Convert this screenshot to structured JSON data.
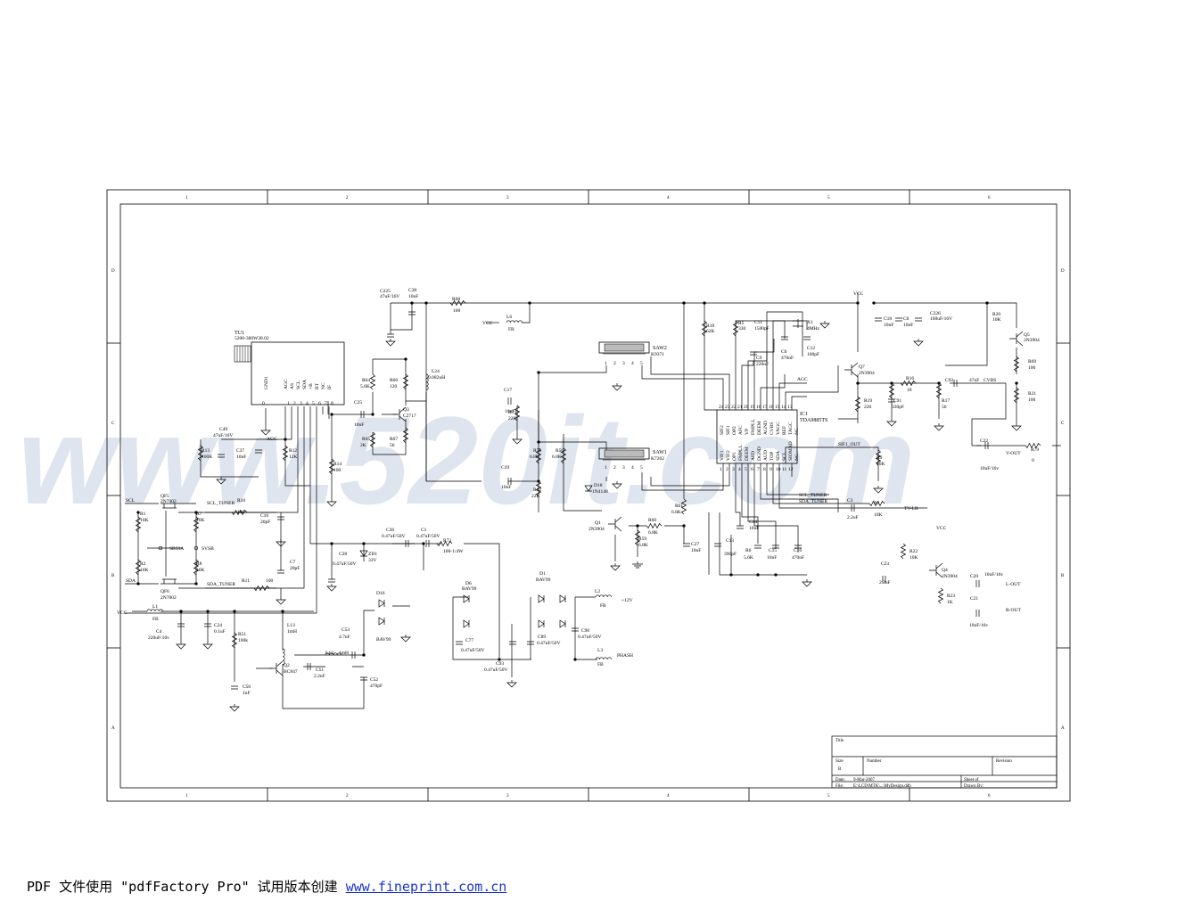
{
  "watermark": "www.520it.com",
  "frame": {
    "cols": [
      "1",
      "2",
      "3",
      "4",
      "5",
      "6"
    ],
    "rows": [
      "D",
      "C",
      "B",
      "A"
    ]
  },
  "title_block": {
    "title_label": "Title",
    "size_label": "Size",
    "size_value": "B",
    "number_label": "Number",
    "revision_label": "Revision",
    "date_label": "Date:",
    "date_value": "9-Mar-2007",
    "file_label": "File:",
    "file_value": "E:\\LCD\\MTK\\...\\MyDesign.ddb",
    "sheet_label": "Sheet     of",
    "drawn_label": "Drawn By:"
  },
  "components": {
    "tu1": {
      "ref": "TU1",
      "value": "5200-380W38.02",
      "pins": [
        "GND1",
        "AGC",
        "AS",
        "SCL",
        "SDA",
        "+B",
        "BT",
        "NC",
        "IF"
      ],
      "pin_numbers": [
        "0",
        "1",
        "2",
        "3",
        "4",
        "5",
        "6",
        "7",
        "8"
      ]
    },
    "ic1": {
      "ref": "IC1",
      "value": "TDA9885TS",
      "top_pins": [
        "SIF2",
        "SIF1",
        "OP2",
        "AFC",
        "VP",
        "FMPLL",
        "DEEM",
        "AGND",
        "CVBS",
        "VAGC",
        "REF",
        "TAGC",
        "NC"
      ],
      "top_nums": [
        "24",
        "23",
        "22",
        "21",
        "20",
        "19",
        "18",
        "17",
        "16",
        "15",
        "14",
        "13"
      ],
      "bottom_pins": [
        "VIF1",
        "VIF2",
        "OP1",
        "FMPLL",
        "DEEM",
        "AFD",
        "DGND",
        "AUD",
        "TOP",
        "SDA",
        "SCL",
        "SIOMAD",
        "NC"
      ],
      "bottom_nums": [
        "1",
        "2",
        "3",
        "4",
        "5",
        "6",
        "7",
        "8",
        "9",
        "10",
        "11",
        "12"
      ]
    },
    "saw2": {
      "ref": "SAW2",
      "value": "K9371",
      "pins": [
        "1",
        "2",
        "3",
        "4",
        "5"
      ]
    },
    "saw1": {
      "ref": "SAW1",
      "value": "K7262",
      "pins": [
        "1",
        "2",
        "3",
        "4",
        "5"
      ]
    },
    "c225": {
      "ref": "C225",
      "value": "47uF/16V"
    },
    "c38": {
      "ref": "C38",
      "value": "10nF"
    },
    "r68": {
      "ref": "R68",
      "value": "100"
    },
    "l6": {
      "ref": "L6",
      "value": "FB"
    },
    "vcc_l6": "VCC",
    "r18": {
      "ref": "R18",
      "value": "62K"
    },
    "r5": {
      "ref": "R5",
      "value": "330"
    },
    "c11": {
      "ref": "C11",
      "value": "1500pF"
    },
    "c9": {
      "ref": "C9",
      "value": "220nF"
    },
    "c6": {
      "ref": "C6",
      "value": "470nF"
    },
    "x1": {
      "ref": "X1",
      "value": "4MHz"
    },
    "c12": {
      "ref": "C12",
      "value": "100pF"
    },
    "vcc_q7": "VCC",
    "c18": {
      "ref": "C18",
      "value": "10nF"
    },
    "c6b": {
      "ref": "C6",
      "value": "10nF"
    },
    "c226": {
      "ref": "C226",
      "value": "100uF/16V"
    },
    "r20": {
      "ref": "R20",
      "value": "10K"
    },
    "q5": {
      "ref": "Q5",
      "value": "2N3904"
    },
    "r69": {
      "ref": "R69",
      "value": "100"
    },
    "r21": {
      "ref": "R21",
      "value": "100"
    },
    "q7": {
      "ref": "Q7",
      "value": "2N3904"
    },
    "r16": {
      "ref": "R16",
      "value": "18"
    },
    "c92": {
      "ref": "C92",
      "value": "47nF"
    },
    "cvbs_net": "CVBS",
    "r19": {
      "ref": "R19",
      "value": "220"
    },
    "c91": {
      "ref": "C91",
      "value": "330pF"
    },
    "r17": {
      "ref": "R17",
      "value": "56"
    },
    "agc_ic": "AGC",
    "r64": {
      "ref": "R64",
      "value": "5.6K"
    },
    "r66": {
      "ref": "R66",
      "value": "120"
    },
    "l24": {
      "ref": "L24",
      "value": "0.082uH"
    },
    "c25": {
      "ref": "C25",
      "value": "10nF"
    },
    "q3": {
      "ref": "Q3",
      "value": "C2717"
    },
    "r65": {
      "ref": "R65",
      "value": "2K"
    },
    "r67": {
      "ref": "R67",
      "value": "56"
    },
    "c17": {
      "ref": "C17",
      "value": "10nF"
    },
    "rt1": {
      "ref": "RT1",
      "value": "22K"
    },
    "c49": {
      "ref": "C49",
      "value": "47uF/16V"
    },
    "agc_net": "AGC",
    "r13": {
      "ref": "R13",
      "value": "100K"
    },
    "c37": {
      "ref": "C37",
      "value": "10nF"
    },
    "r12": {
      "ref": "R12",
      "value": "12K"
    },
    "r14": {
      "ref": "R14",
      "value": "100"
    },
    "c19": {
      "ref": "C19",
      "value": "10nF"
    },
    "r55": {
      "ref": "R55",
      "value": "6.8K"
    },
    "r56": {
      "ref": "R56",
      "value": "6.8K"
    },
    "r62": {
      "ref": "R62",
      "value": "22K"
    },
    "d18": {
      "ref": "D18",
      "value": "1N4148"
    },
    "r61": {
      "ref": "R61",
      "value": "6.8K"
    },
    "q1": {
      "ref": "Q1",
      "value": "2N3904"
    },
    "r60": {
      "ref": "R60",
      "value": "6.8K"
    },
    "r59": {
      "ref": "R59",
      "value": "6.8K"
    },
    "c27": {
      "ref": "C27",
      "value": "10nF"
    },
    "c14": {
      "ref": "C14",
      "value": "10nF"
    },
    "c13": {
      "ref": "C13",
      "value": "390pF"
    },
    "r6": {
      "ref": "R6",
      "value": "5.6K"
    },
    "c15": {
      "ref": "C15",
      "value": "10nF"
    },
    "c16": {
      "ref": "C16",
      "value": "470nF"
    },
    "sif1_out": "SIF1_OUT",
    "r9": {
      "ref": "R9",
      "value": "10K"
    },
    "c22": {
      "ref": "C22",
      "value": "10uF/16v"
    },
    "r79": {
      "ref": "R79",
      "value": "0"
    },
    "vout_net": "V-OUT",
    "scl_tuner_ic": "SCL_TUNER",
    "sda_tuner_ic": "SDA_TUNER",
    "c3": {
      "ref": "C3",
      "value": "2.2uF"
    },
    "r3": {
      "ref": "R3",
      "value": "10K"
    },
    "tvlr_net": "TV-LR",
    "vcc_q4": "VCC",
    "r22": {
      "ref": "R22",
      "value": "10K"
    },
    "q4": {
      "ref": "Q4",
      "value": "2N3904"
    },
    "c23": {
      "ref": "C23",
      "value": "2.2uF"
    },
    "r23": {
      "ref": "R23",
      "value": "1K"
    },
    "c20": {
      "ref": "C20",
      "value": "10uF/16v"
    },
    "c21": {
      "ref": "C21",
      "value": "10uF/16v"
    },
    "lout_net": "L-OUT",
    "rout_net": "R-OUT",
    "qf5": {
      "ref": "QF5",
      "value": "2N7002"
    },
    "qf6": {
      "ref": "QF6",
      "value": "2N7002"
    },
    "scl_net": "SCL",
    "sda_net": "SDA",
    "scl_tuner_net": "SCL_TUNER",
    "sda_tuner_net": "SDA_TUNER",
    "r1": {
      "ref": "R1",
      "value": "10K"
    },
    "r2": {
      "ref": "R2",
      "value": "10K"
    },
    "r7": {
      "ref": "R7",
      "value": "10K"
    },
    "r8": {
      "ref": "R8",
      "value": "10K"
    },
    "sb33a": "SB33A",
    "svsb": "SVSB",
    "r10": {
      "ref": "R10",
      "value": "100"
    },
    "r11": {
      "ref": "R11",
      "value": "100"
    },
    "c10": {
      "ref": "C10",
      "value": "20pF"
    },
    "c7": {
      "ref": "C7",
      "value": "20pF"
    },
    "c28": {
      "ref": "C28",
      "value": "0.47uF/50V"
    },
    "zd1": {
      "ref": "ZD1",
      "value": "33V"
    },
    "c36": {
      "ref": "C36",
      "value": "0.47uF/50V"
    },
    "c1": {
      "ref": "C1",
      "value": "0.47uF/50V"
    },
    "r73": {
      "ref": "R73",
      "value": "100-1/4W"
    },
    "l1": {
      "ref": "L1",
      "value": "FB"
    },
    "vcc_l1": "VCC",
    "c4": {
      "ref": "C4",
      "value": "220uF/16v"
    },
    "c24": {
      "ref": "C24",
      "value": "0.1uF"
    },
    "r51": {
      "ref": "R51",
      "value": "100k"
    },
    "l13": {
      "ref": "L13",
      "value": "1mH"
    },
    "c53": {
      "ref": "C53",
      "value": "4.7nF"
    },
    "l12": {
      "ref": "L12",
      "value": "1mH"
    },
    "q2": {
      "ref": "Q2",
      "value": "BC847"
    },
    "c51": {
      "ref": "C51",
      "value": "2.2nF"
    },
    "c50": {
      "ref": "C50",
      "value": "1nF"
    },
    "c52": {
      "ref": "C52",
      "value": "470pF"
    },
    "d16": {
      "ref": "D16",
      "value": "BAV99"
    },
    "d6": {
      "ref": "D6",
      "value": "BAV99"
    },
    "d1": {
      "ref": "D1",
      "value": "BAV99"
    },
    "c77": {
      "ref": "C77",
      "value": "0.47uF/50V"
    },
    "c89": {
      "ref": "C89",
      "value": "0.47uF/50V"
    },
    "c90": {
      "ref": "C90",
      "value": "0.47uF/50V"
    },
    "c93": {
      "ref": "C93",
      "value": "0.47uF/50V"
    },
    "l2": {
      "ref": "L2",
      "value": "FB"
    },
    "v12_net": "+12V",
    "l3": {
      "ref": "L3",
      "value": "FB"
    },
    "phash_net": "PHASH"
  },
  "footer": {
    "text": "PDF 文件使用 \"pdfFactory Pro\" 试用版本创建 ",
    "link": "www.fineprint.com.cn"
  }
}
